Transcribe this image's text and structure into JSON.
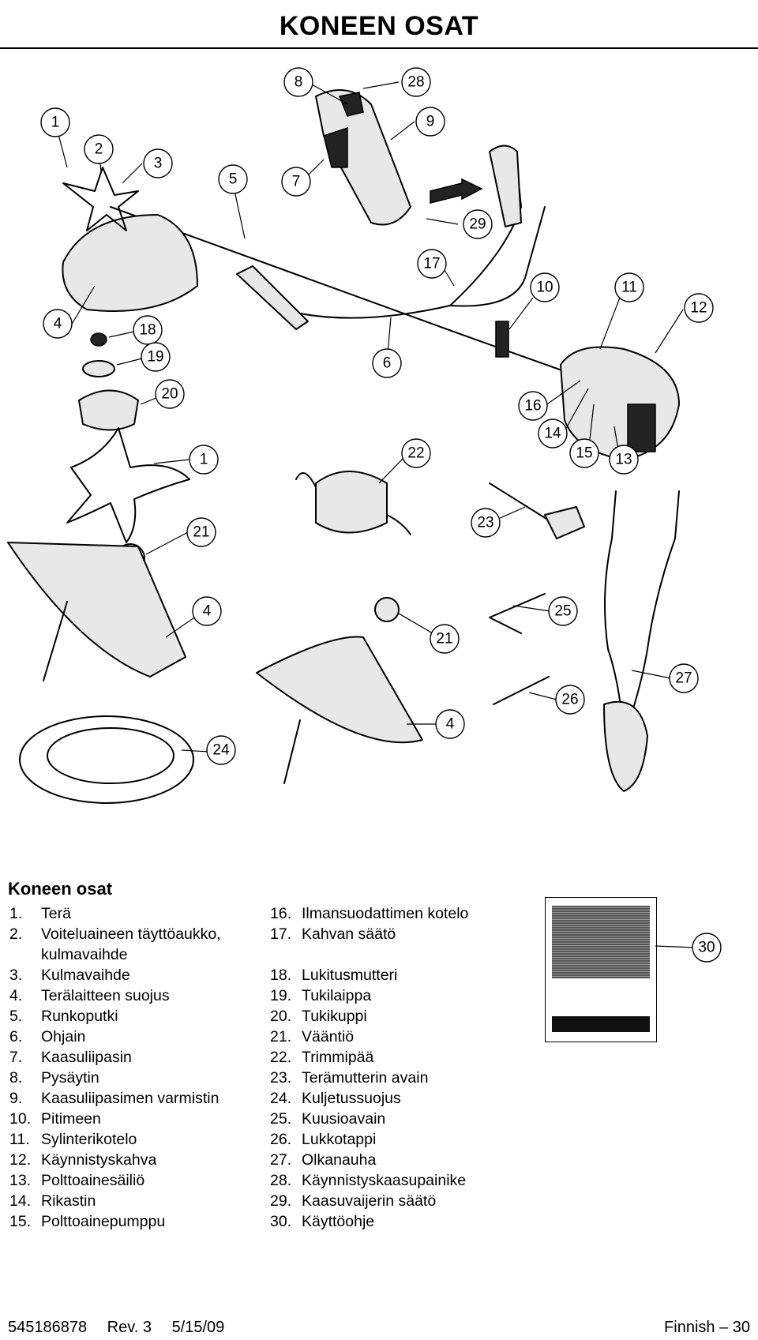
{
  "header": {
    "title": "KONEEN OSAT"
  },
  "callouts": [
    "1",
    "2",
    "3",
    "5",
    "7",
    "8",
    "28",
    "9",
    "29",
    "17",
    "10",
    "11",
    "12",
    "4",
    "18",
    "19",
    "6",
    "20",
    "16",
    "14",
    "1",
    "22",
    "15",
    "13",
    "23",
    "21",
    "4",
    "25",
    "21",
    "27",
    "26",
    "4",
    "24",
    "30"
  ],
  "section": {
    "heading": "Koneen osat",
    "left_items": [
      {
        "num": "1.",
        "text": "Terä"
      },
      {
        "num": "2.",
        "text": "Voiteluaineen täyttöaukko,"
      },
      {
        "num": "",
        "text": "kulmavaihde"
      },
      {
        "num": "3.",
        "text": "Kulmavaihde"
      },
      {
        "num": "4.",
        "text": "Terälaitteen suojus"
      },
      {
        "num": "5.",
        "text": "Runkoputki"
      },
      {
        "num": "6.",
        "text": "Ohjain"
      },
      {
        "num": "7.",
        "text": "Kaasuliipasin"
      },
      {
        "num": "8.",
        "text": "Pysäytin"
      },
      {
        "num": "9.",
        "text": "Kaasuliipasimen varmistin"
      },
      {
        "num": "10.",
        "text": "Pitimeen"
      },
      {
        "num": "11.",
        "text": "Sylinterikotelo"
      },
      {
        "num": "12.",
        "text": "Käynnistyskahva"
      },
      {
        "num": "13.",
        "text": "Polttoainesäiliö"
      },
      {
        "num": "14.",
        "text": "Rikastin"
      },
      {
        "num": "15.",
        "text": "Polttoainepumppu"
      }
    ],
    "right_items": [
      {
        "num": "16.",
        "text": "Ilmansuodattimen kotelo"
      },
      {
        "num": "17.",
        "text": "Kahvan säätö"
      },
      {
        "num": "",
        "text": ""
      },
      {
        "num": "18.",
        "text": "Lukitusmutteri"
      },
      {
        "num": "19.",
        "text": "Tukilaippa"
      },
      {
        "num": "20.",
        "text": "Tukikuppi"
      },
      {
        "num": "21.",
        "text": "Vääntiö"
      },
      {
        "num": "22.",
        "text": "Trimmipää"
      },
      {
        "num": "23.",
        "text": "Terämutterin avain"
      },
      {
        "num": "24.",
        "text": "Kuljetussuojus"
      },
      {
        "num": "25.",
        "text": "Kuusioavain"
      },
      {
        "num": "26.",
        "text": "Lukkotappi"
      },
      {
        "num": "27.",
        "text": "Olkanauha"
      },
      {
        "num": "28.",
        "text": "Käynnistyskaasupainike"
      },
      {
        "num": "29.",
        "text": "Kaasuvaijerin säätö"
      },
      {
        "num": "30.",
        "text": "Käyttöohje"
      }
    ],
    "manual_callout": "30"
  },
  "footer": {
    "part_number": "545186878",
    "revision": "Rev. 3",
    "date": "5/15/09",
    "page": "Finnish – 30"
  }
}
